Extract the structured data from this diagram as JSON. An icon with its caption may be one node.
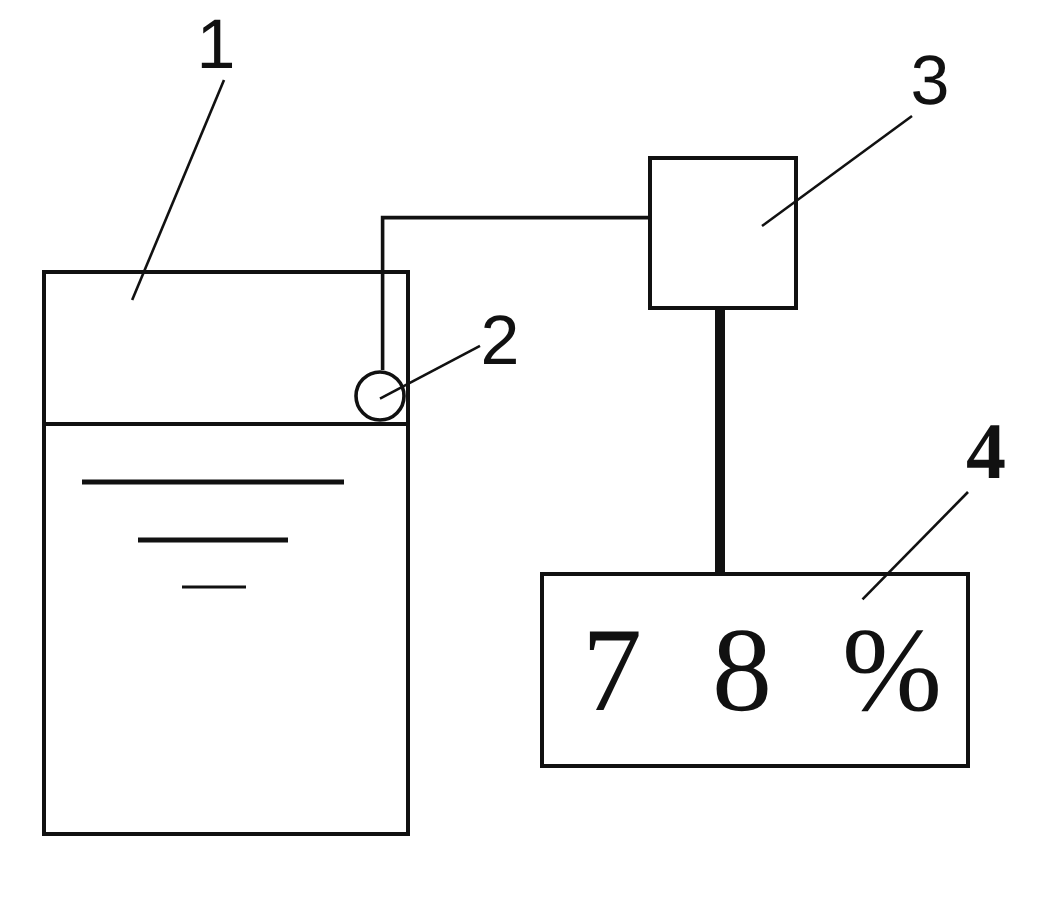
{
  "diagram": {
    "nodes": [
      {
        "text": [
          "1"
        ]
      },
      {
        "text": [
          "3"
        ]
      },
      {
        "text": [],
        "shape": "box"
      },
      {
        "text": [],
        "shape": "box"
      },
      {
        "text": [
          "2"
        ]
      },
      {
        "text": [],
        "shape": "circle",
        "in": 3
      },
      {
        "text": [
          "4"
        ]
      },
      {
        "text": [
          "7 8 %"
        ]
      }
    ],
    "edges": [
      {
        "from": 0,
        "to": 3,
        "arrow": "none"
      },
      {
        "from": 1,
        "to": 2,
        "arrow": "none"
      },
      {
        "from": 4,
        "to": 5,
        "arrow": "none"
      },
      {
        "from": 6,
        "to": 7,
        "arrow": "none"
      },
      {
        "from": 5,
        "to": 2,
        "arrow": "none"
      },
      {
        "from": 2,
        "to": 7,
        "arrow": "none",
        "style": "thick"
      }
    ]
  }
}
